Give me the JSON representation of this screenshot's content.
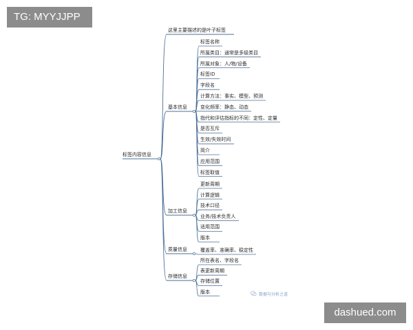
{
  "overlay": {
    "tg_label": "TG: MYYJJPP",
    "site_label": "dashued.com"
  },
  "watermark": {
    "text": "数据与分析之道",
    "icon": "wechat-icon"
  },
  "mindmap": {
    "root": "标签内容信息",
    "top_leaf": "这里主要描述的是叶子标签",
    "branches": [
      {
        "label": "基本信息",
        "items": [
          "标签名称",
          "所属类目：通常是多级类目",
          "所属对象：人/物/设备",
          "标签ID",
          "字段名",
          "计算方法：事实、模型、预测",
          "变化频率：静态、动态",
          "指代和评估指标的不同：定性、定量",
          "是否互斥",
          "生效/失效时间",
          "简介",
          "应用范围",
          "标签取值"
        ]
      },
      {
        "label": "加工信息",
        "items": [
          "更新周期",
          "计算逻辑",
          "技术口径",
          "业务/技术负责人",
          "适用范围",
          "版本"
        ]
      },
      {
        "label": "质量信息",
        "items": [
          "覆盖率、准确率、稳定性"
        ]
      },
      {
        "label": "存储信息",
        "items": [
          "所在表名、字段名",
          "表更新周期",
          "存储位置",
          "版本"
        ]
      }
    ]
  },
  "colors": {
    "line": "#4a6f96",
    "text": "#2a2a2a",
    "overlay_bg": "#8c8c8c",
    "overlay_text": "#ffffff"
  }
}
